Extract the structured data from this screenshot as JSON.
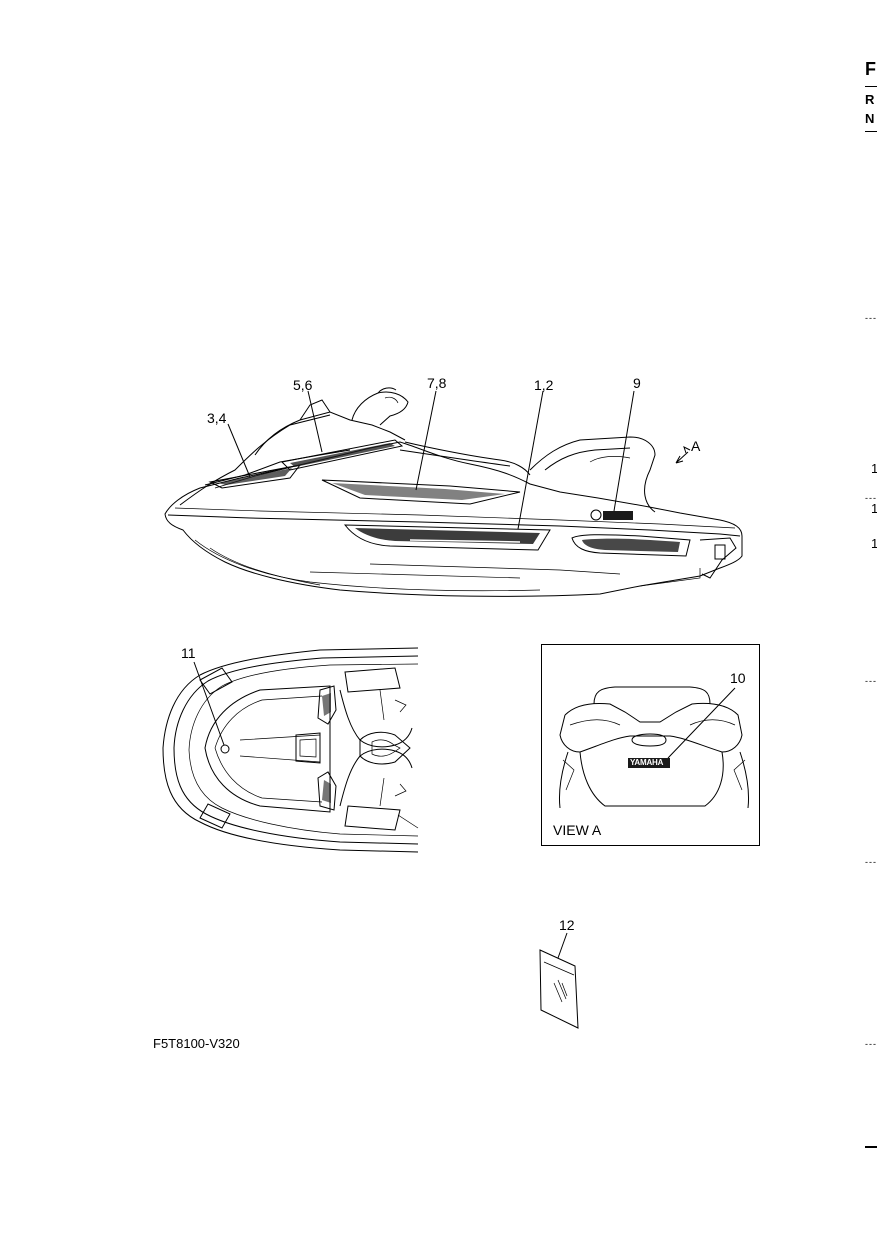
{
  "callouts": {
    "c1": "1,2",
    "c2": "3,4",
    "c3": "5,6",
    "c4": "7,8",
    "c5": "9",
    "c6": "10",
    "c7": "11",
    "c8": "12",
    "arrow_label": "A"
  },
  "view_a": {
    "caption": "VIEW A",
    "badge_text": "YAMAHA"
  },
  "drawing_code": "F5T8100-V320",
  "right_edge": {
    "top_letter": "F",
    "letter_2": "R",
    "letter_3": "N",
    "num_1": "1",
    "num_2": "1",
    "num_3": "1"
  },
  "colors": {
    "ink": "#000000",
    "paper": "#ffffff"
  }
}
